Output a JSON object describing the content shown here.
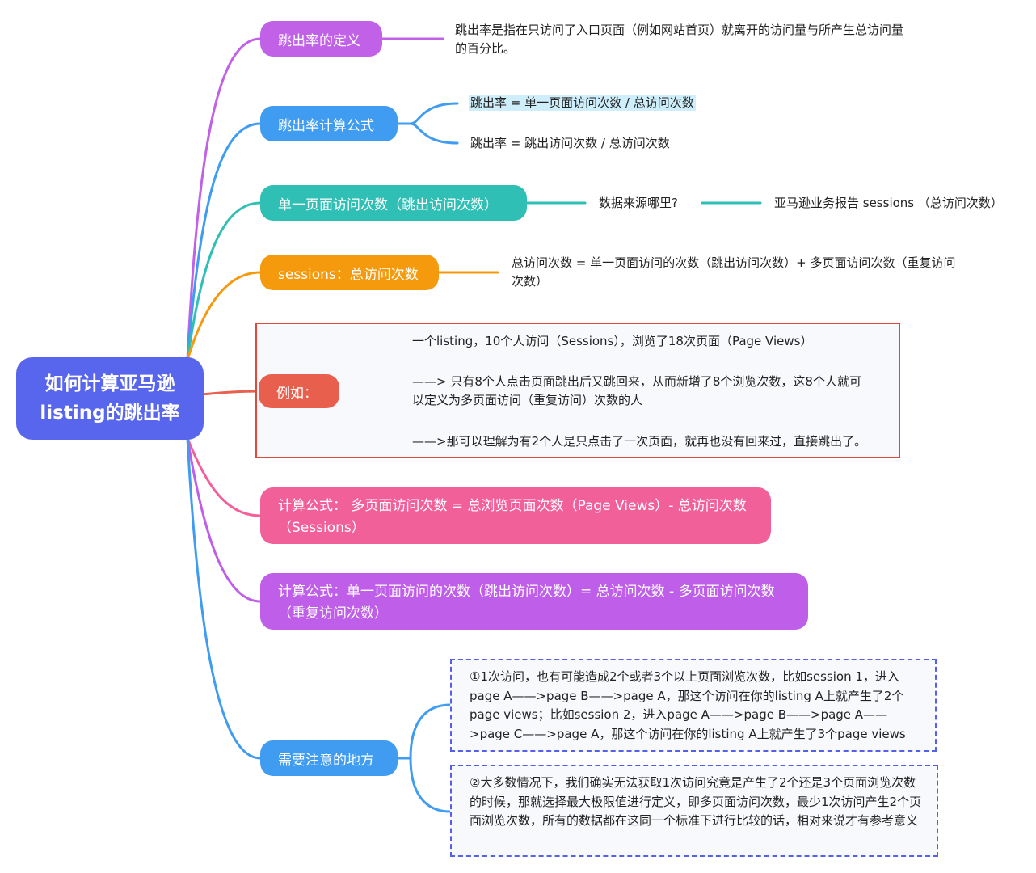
{
  "root": {
    "line1": "如何计算亚马逊",
    "line2": "listing的跳出率"
  },
  "colors": {
    "root": "#5866ee",
    "purple": "#c061e8",
    "blue": "#3f9cf0",
    "teal": "#2fbfb4",
    "orange": "#f59a0c",
    "red": "#e8604d",
    "pink": "#f2609a",
    "violet": "#bf5ee8",
    "box_red": "#e0483a",
    "box_dash": "#5560e8"
  },
  "branches": {
    "definition": {
      "label": "跳出率的定义",
      "text": "跳出率是指在只访问了入口页面（例如网站首页）就离开的访问量与所产生总访问量的百分比。"
    },
    "formula": {
      "label": "跳出率计算公式",
      "items": [
        "跳出率 = 单一页面访问次数 / 总访问次数",
        "跳出率 = 跳出访问次数 / 总访问次数"
      ]
    },
    "single_page": {
      "label": "单一页面访问次数（跳出访问次数）",
      "question": "数据来源哪里?",
      "answer": "亚马逊业务报告 sessions （总访问次数）"
    },
    "sessions": {
      "label": "sessions：总访问次数",
      "text": "总访问次数 = 单一页面访问的次数（跳出访问次数）+ 多页面访问次数（重复访问次数）"
    },
    "example": {
      "label": "例如：",
      "items": [
        "一个listing，10个人访问（Sessions），浏览了18次页面（Page Views）",
        "——> 只有8个人点击页面跳出后又跳回来，从而新增了8个浏览次数，这8个人就可以定义为多页面访问（重复访问）次数的人",
        "——>那可以理解为有2个人是只点击了一次页面，就再也没有回来过，直接跳出了。"
      ]
    },
    "calc1": {
      "label": "计算公式： 多页面访问次数 = 总浏览页面次数（Page Views）- 总访问次数（Sessions）"
    },
    "calc2": {
      "label": "计算公式：单一页面访问的次数（跳出访问次数）= 总访问次数 - 多页面访问次数（重复访问次数）"
    },
    "notes": {
      "label": "需要注意的地方",
      "items": [
        "①1次访问，也有可能造成2个或者3个以上页面浏览次数，比如session 1，进入page A——>page B——>page A，那这个访问在你的listing A上就产生了2个page views；比如session 2，进入page A——>page B——>page A——>page C——>page A，那这个访问在你的listing A上就产生了3个page views",
        "②大多数情况下，我们确实无法获取1次访问究竟是产生了2个还是3个页面浏览次数的时候，那就选择最大极限值进行定义，即多页面访问次数，最少1次访问产生2个页面浏览次数，所有的数据都在这同一个标准下进行比较的话，相对来说才有参考意义"
      ]
    }
  }
}
